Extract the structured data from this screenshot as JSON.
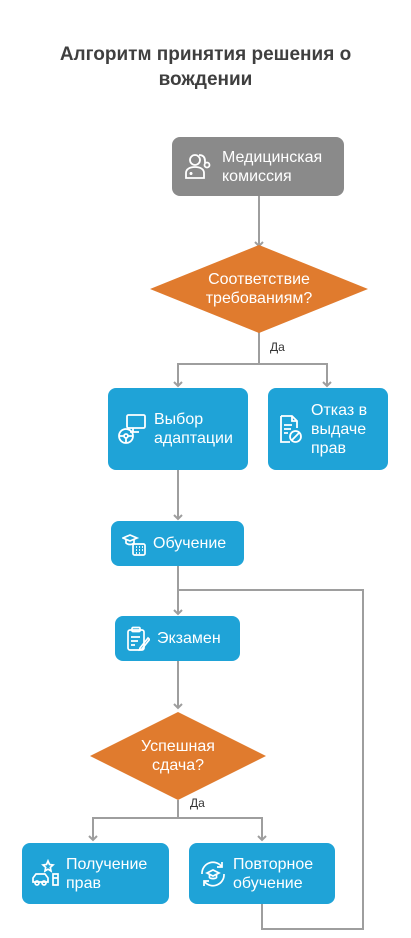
{
  "title": {
    "line1": "Алгоритм принятия решения о",
    "line2": "вождении"
  },
  "colors": {
    "gray_box": "#8a8a8a",
    "blue_box": "#1fa3d7",
    "decision": "#e07b2e",
    "connector": "#9e9e9e"
  },
  "nodes": {
    "medical": {
      "line1": "Медицинская",
      "line2": "комиссия",
      "icon": "doctor-icon"
    },
    "requirements": {
      "line1": "Соответствие",
      "line2": "требованиям?"
    },
    "adaptation": {
      "line1": "Выбор",
      "line2": "адаптации",
      "icon": "monitor-steering-icon"
    },
    "refusal": {
      "line1": "Отказ в",
      "line2": "выдаче",
      "line3": "прав",
      "icon": "document-denied-icon"
    },
    "training": {
      "label": "Обучение",
      "icon": "training-icon"
    },
    "exam": {
      "label": "Экзамен",
      "icon": "clipboard-icon"
    },
    "success": {
      "line1": "Успешная",
      "line2": "сдача?"
    },
    "license": {
      "line1": "Получение",
      "line2": "прав",
      "icon": "car-star-icon"
    },
    "retraining": {
      "line1": "Повторное",
      "line2": "обучение",
      "icon": "refresh-graduation-icon"
    }
  },
  "edge_labels": {
    "requirements_yes": "Да",
    "success_yes": "Да"
  }
}
